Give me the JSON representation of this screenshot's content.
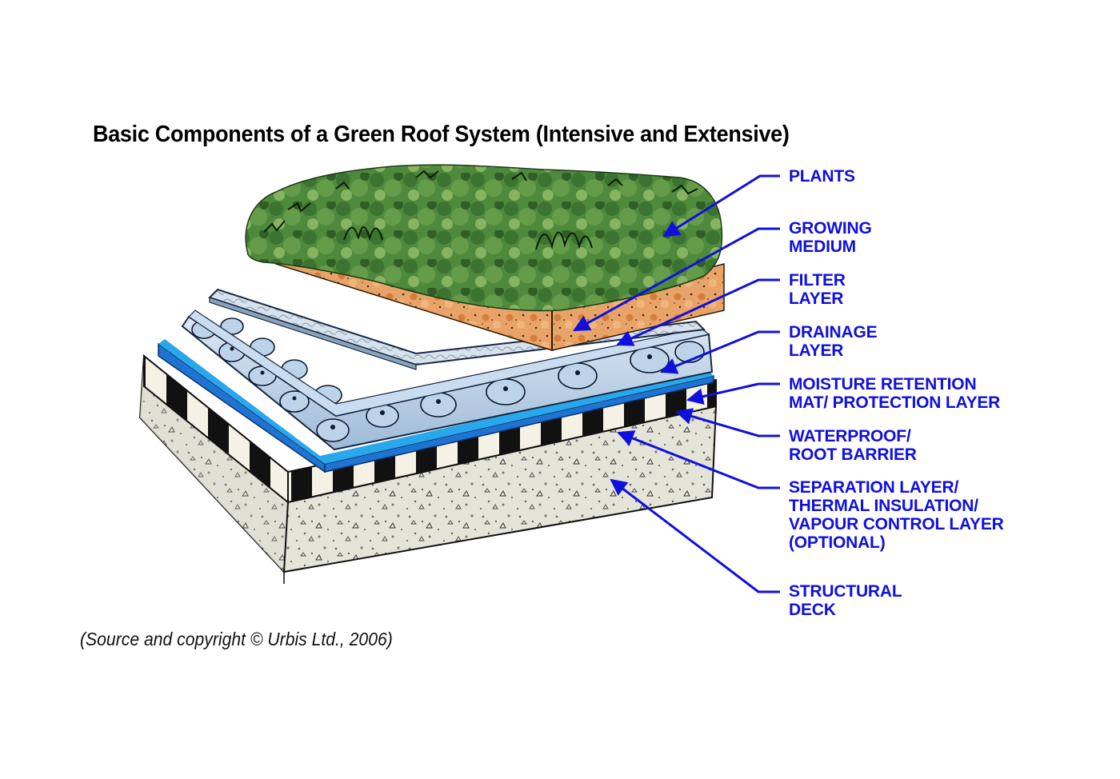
{
  "title": "Basic Components of a Green Roof System (Intensive and Extensive)",
  "caption": "(Source and copyright © Urbis Ltd., 2006)",
  "label_color": "#1010dd",
  "layers": [
    {
      "id": "plants",
      "lines": [
        "PLANTS"
      ]
    },
    {
      "id": "growing-medium",
      "lines": [
        "GROWING",
        "MEDIUM"
      ]
    },
    {
      "id": "filter-layer",
      "lines": [
        "FILTER",
        "LAYER"
      ]
    },
    {
      "id": "drainage-layer",
      "lines": [
        "DRAINAGE",
        "LAYER"
      ]
    },
    {
      "id": "moisture-retention",
      "lines": [
        "MOISTURE RETENTION",
        "MAT/ PROTECTION LAYER"
      ]
    },
    {
      "id": "waterproof",
      "lines": [
        "WATERPROOF/",
        "ROOT BARRIER"
      ]
    },
    {
      "id": "separation",
      "lines": [
        "SEPARATION LAYER/",
        "THERMAL INSULATION/",
        "VAPOUR CONTROL LAYER",
        "(OPTIONAL)"
      ]
    },
    {
      "id": "structural-deck",
      "lines": [
        "STRUCTURAL",
        "DECK"
      ]
    }
  ]
}
